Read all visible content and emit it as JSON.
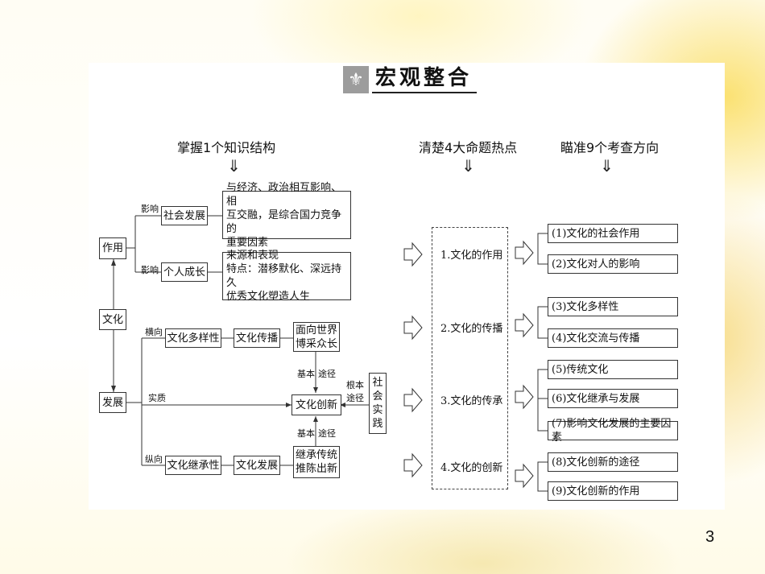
{
  "title": "宏观整合",
  "title_icon": "fleur-de-lis-icon",
  "headers": {
    "col1": "掌握1个知识结构",
    "col2": "清楚4大命题热点",
    "col3": "瞄准9个考查方向",
    "arrow": "⇓"
  },
  "structure": {
    "zuoyong": "作用",
    "wenhua": "文化",
    "fazhan": "发展",
    "yingxiang1": "影响",
    "yingxiang2": "影响",
    "shehui_fazhan": "社会发展",
    "geren_chengzhang": "个人成长",
    "shehui_desc": [
      "与经济、政治相互影响、相",
      "互交融，是综合国力竞争的",
      "重要因素"
    ],
    "geren_desc": [
      "来源和表现",
      "特点：潜移默化、深远持久",
      "优秀文化塑造人生"
    ],
    "hengxiang": "横向",
    "zongxiang": "纵向",
    "shizhi": "实质",
    "duoyangxing": "文化多样性",
    "chuanbo": "文化传播",
    "mianxiang": [
      "面向世界",
      "博采众长"
    ],
    "jiben_tujing1": [
      "基本",
      "途径"
    ],
    "jiben_tujing2": [
      "基本",
      "途径"
    ],
    "chuangxin": "文化创新",
    "genben_tujing": [
      "根本",
      "途径"
    ],
    "shehui_shijian": [
      "社",
      "会",
      "实",
      "践"
    ],
    "jichengxing": "文化继承性",
    "wenhua_fazhan": "文化发展",
    "jicheng_chuantong": [
      "继承传统",
      "推陈出新"
    ]
  },
  "topics": [
    "1.文化的作用",
    "2.文化的传播",
    "3.文化的传承",
    "4.文化的创新"
  ],
  "directions": [
    "(1)文化的社会作用",
    "(2)文化对人的影响",
    "(3)文化多样性",
    "(4)文化交流与传播",
    "(5)传统文化",
    "(6)文化继承与发展",
    "(7)影响文化发展的主要因素",
    "(8)文化创新的途径",
    "(9)文化创新的作用"
  ],
  "page_number": "3"
}
